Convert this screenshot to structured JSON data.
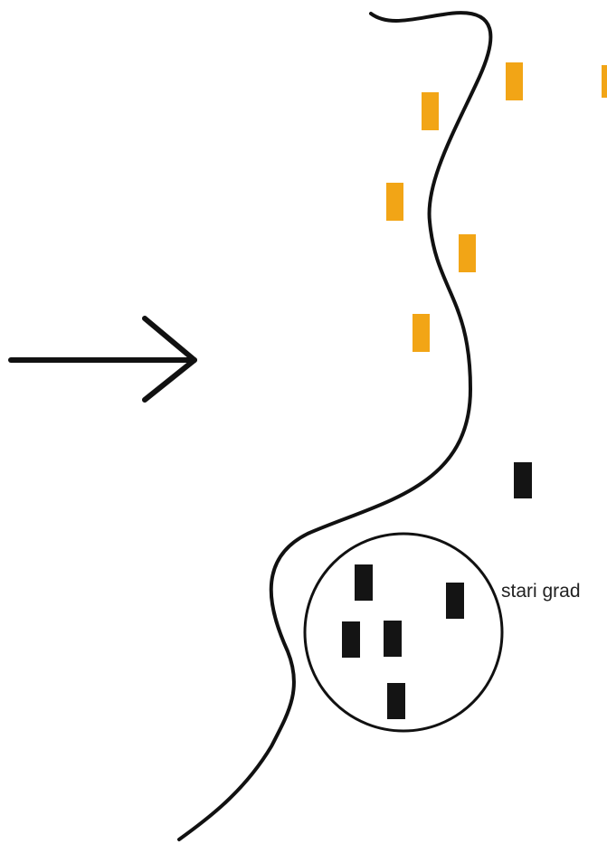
{
  "labels": {
    "circle_label": "stari grad"
  },
  "colors": {
    "line": "#111111",
    "orange_building": "#f2a516",
    "black_building": "#141414",
    "background": "#ffffff"
  },
  "icons": {
    "arrow": "right-arrow-icon"
  },
  "groups": {
    "orange_buildings_count": 6,
    "black_buildings_outside_count": 1,
    "black_buildings_in_circle_count": 5
  }
}
